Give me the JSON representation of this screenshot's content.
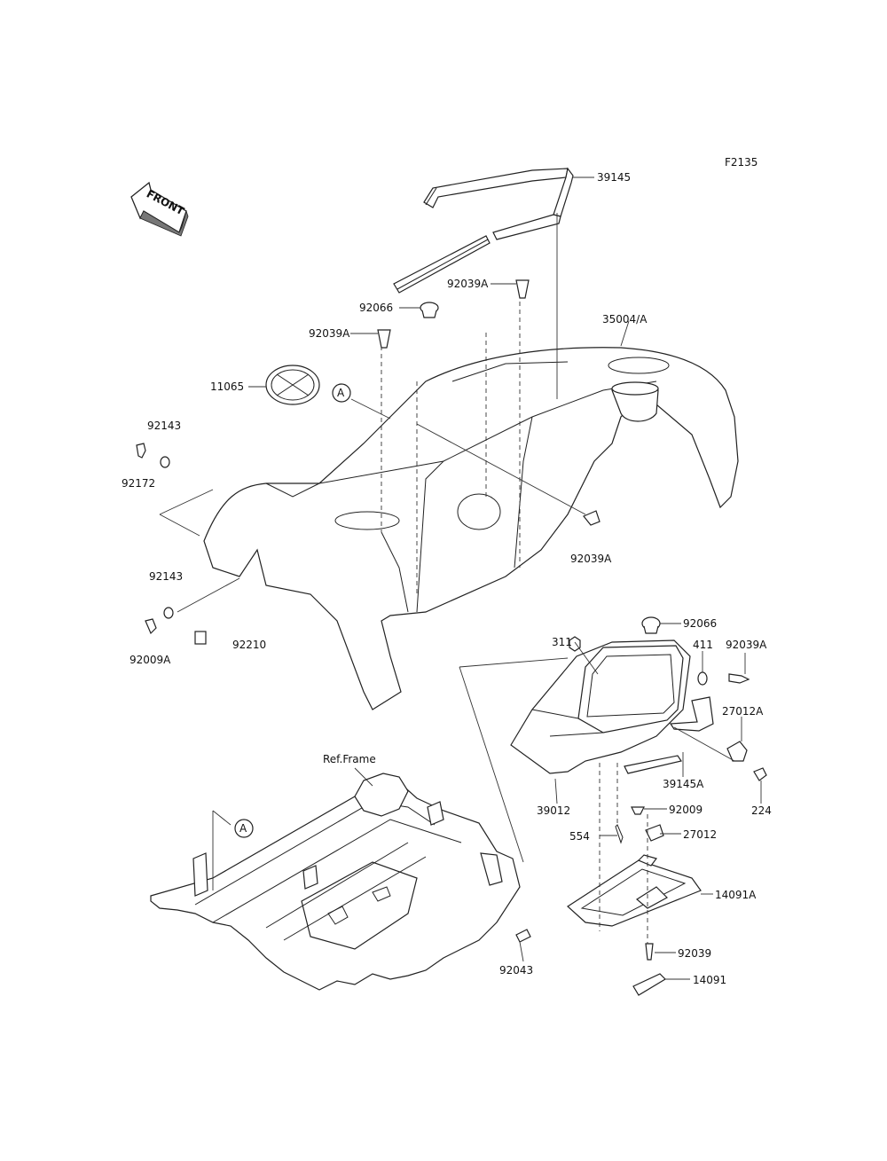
{
  "figure_code": "F2135",
  "front_arrow_text": "FRONT",
  "callout_ref_letter": "A",
  "frame_ref_label": "Ref.Frame",
  "parts": [
    {
      "id": "p39145",
      "label": "39145"
    },
    {
      "id": "p92039A_top",
      "label": "92039A"
    },
    {
      "id": "p92066_top",
      "label": "92066"
    },
    {
      "id": "p35004A",
      "label": "35004/A"
    },
    {
      "id": "p92039A_left",
      "label": "92039A"
    },
    {
      "id": "p11065",
      "label": "11065"
    },
    {
      "id": "p92143_top",
      "label": "92143"
    },
    {
      "id": "p92172",
      "label": "92172"
    },
    {
      "id": "p92039A_mid",
      "label": "92039A"
    },
    {
      "id": "p92143_bot",
      "label": "92143"
    },
    {
      "id": "p92009A",
      "label": "92009A"
    },
    {
      "id": "p92210",
      "label": "92210"
    },
    {
      "id": "p92066_right",
      "label": "92066"
    },
    {
      "id": "p311",
      "label": "311"
    },
    {
      "id": "p411",
      "label": "411"
    },
    {
      "id": "p92039A_right",
      "label": "92039A"
    },
    {
      "id": "p27012A",
      "label": "27012A"
    },
    {
      "id": "p39145A",
      "label": "39145A"
    },
    {
      "id": "p224",
      "label": "224"
    },
    {
      "id": "p39012",
      "label": "39012"
    },
    {
      "id": "p92009",
      "label": "92009"
    },
    {
      "id": "p554",
      "label": "554"
    },
    {
      "id": "p27012",
      "label": "27012"
    },
    {
      "id": "p14091A",
      "label": "14091A"
    },
    {
      "id": "p92039",
      "label": "92039"
    },
    {
      "id": "p92043",
      "label": "92043"
    },
    {
      "id": "p14091",
      "label": "14091"
    }
  ]
}
